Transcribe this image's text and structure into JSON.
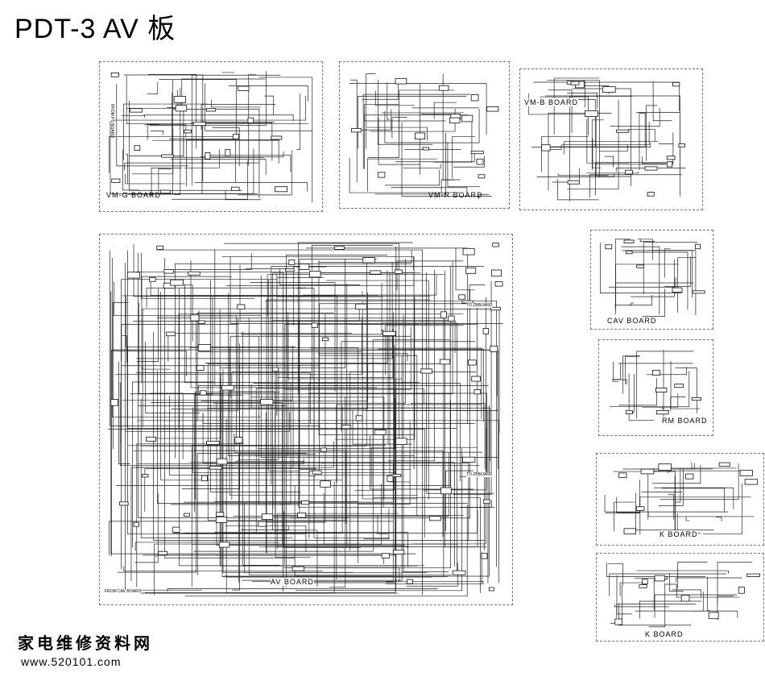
{
  "title": "PDT-3 AV 板",
  "panels": {
    "vm_g": {
      "label": "VM-G  BOARD",
      "connector": "FROM PS BOARD"
    },
    "vm_r": {
      "label": "VM-R  BOARD"
    },
    "vm_b": {
      "label": "VM-B  BOARD"
    },
    "av": {
      "label": "AV  BOARD",
      "to_top": "TO  ZBBOARD",
      "to_bottom": "TO  ZBBOARD",
      "from": "FROM  CAV  BOARD"
    },
    "cav": {
      "label": "CAV  BOARD"
    },
    "rm": {
      "label": "RM  BOARD"
    },
    "k1": {
      "label": "K  BOARD"
    },
    "k2": {
      "label": "K  BOARD"
    }
  },
  "watermark": {
    "name": "家电维修资料网",
    "url": "www.520101.com"
  }
}
